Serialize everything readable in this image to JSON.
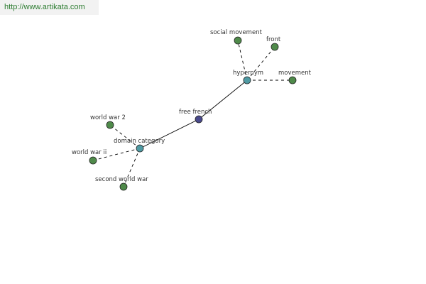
{
  "header": {
    "source_link": "http://www.artikata.com"
  },
  "colors": {
    "root_node": "#4a4a8c",
    "relation_node": "#4f9aa3",
    "leaf_node": "#4f8a4a",
    "link_text": "#2e7d32"
  },
  "graph": {
    "nodes": [
      {
        "id": "free-french",
        "label": "free french",
        "kind": "root"
      },
      {
        "id": "hypernym",
        "label": "hypernym",
        "kind": "relation"
      },
      {
        "id": "domain-category",
        "label": "domain category",
        "kind": "relation"
      },
      {
        "id": "social-movement",
        "label": "social movement",
        "kind": "leaf"
      },
      {
        "id": "front",
        "label": "front",
        "kind": "leaf"
      },
      {
        "id": "movement",
        "label": "movement",
        "kind": "leaf"
      },
      {
        "id": "world-war-2",
        "label": "world war 2",
        "kind": "leaf"
      },
      {
        "id": "world-war-ii",
        "label": "world war ii",
        "kind": "leaf"
      },
      {
        "id": "second-world-war",
        "label": "second world war",
        "kind": "leaf"
      }
    ],
    "edges": [
      {
        "from": "free-french",
        "to": "hypernym",
        "style": "solid"
      },
      {
        "from": "free-french",
        "to": "domain-category",
        "style": "solid"
      },
      {
        "from": "hypernym",
        "to": "social-movement",
        "style": "dashed"
      },
      {
        "from": "hypernym",
        "to": "front",
        "style": "dashed"
      },
      {
        "from": "hypernym",
        "to": "movement",
        "style": "dashed"
      },
      {
        "from": "domain-category",
        "to": "world-war-2",
        "style": "dashed"
      },
      {
        "from": "domain-category",
        "to": "world-war-ii",
        "style": "dashed"
      },
      {
        "from": "domain-category",
        "to": "second-world-war",
        "style": "dashed"
      }
    ]
  }
}
